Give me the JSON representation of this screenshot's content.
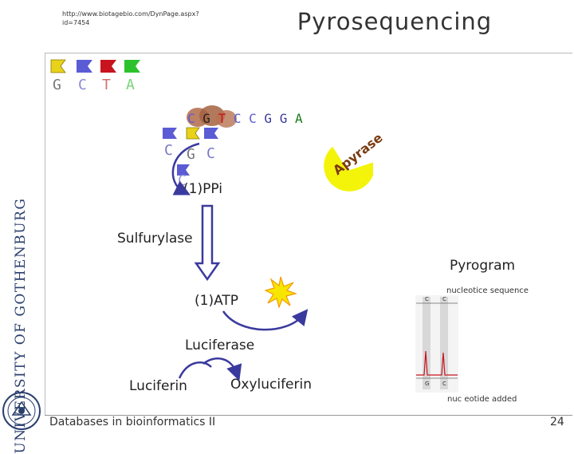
{
  "header": {
    "url": "http://www.biotagebio.com/DynPage.aspx?id=7454",
    "title": "Pyrosequencing"
  },
  "sidebar": {
    "university": "UNIVERSITY OF GOTHENBURG"
  },
  "legend": [
    "G",
    "C",
    "T",
    "A"
  ],
  "template_sequence": [
    "C",
    "G",
    "T",
    "C",
    "C",
    "G",
    "G",
    "A"
  ],
  "incorporated": [
    "C",
    "G",
    "C",
    "C"
  ],
  "labels": {
    "ppi": "(1)PPi",
    "apyrase": "Apyrase",
    "sulfurylase": "Sulfurylase",
    "atp": "(1)ATP",
    "luciferase": "Luciferase",
    "luciferin": "Luciferin",
    "oxyluciferin": "Oxyluciferin",
    "pyrogram": "Pyrogram",
    "nucleotide_sequence": "nucleotice sequence",
    "nucleotide_added": "nuc eotide added",
    "axis_top": [
      "C",
      "C"
    ],
    "axis_bottom": [
      "G",
      "C"
    ]
  },
  "footer": {
    "course": "Databases in bioinformatics II",
    "page": "24"
  },
  "colors": {
    "G": "#e8d21a",
    "C": "#5b5bd6",
    "T": "#c8141e",
    "A": "#2dc22d",
    "navy": "#3a3a9e",
    "sidebar": "#2b3f6e"
  }
}
